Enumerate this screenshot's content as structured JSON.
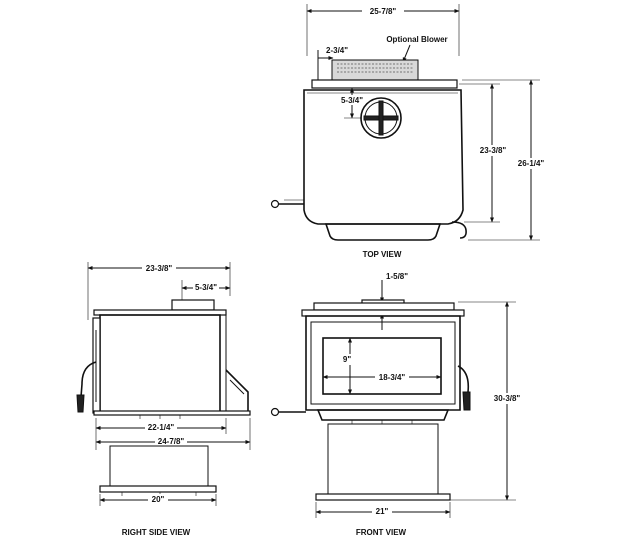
{
  "views": {
    "top": {
      "title": "TOP VIEW",
      "overall_width": "25-7/8\"",
      "blower_label": "Optional Blower",
      "blower_offset": "2-3/4\"",
      "flue_offset": "5-3/4\"",
      "body_depth": "23-3/8\"",
      "overall_depth": "26-1/4\""
    },
    "side": {
      "title": "RIGHT SIDE VIEW",
      "overall_depth": "23-3/8\"",
      "flue_offset": "5-3/4\"",
      "body_depth": "22-1/4\"",
      "overall_length": "24-7/8\"",
      "pedestal_width": "20\""
    },
    "front": {
      "title": "FRONT VIEW",
      "flue_offset": "1-5/8\"",
      "glass_height": "9\"",
      "glass_width": "18-3/4\"",
      "overall_height": "30-3/8\"",
      "pedestal_width": "21\""
    }
  }
}
